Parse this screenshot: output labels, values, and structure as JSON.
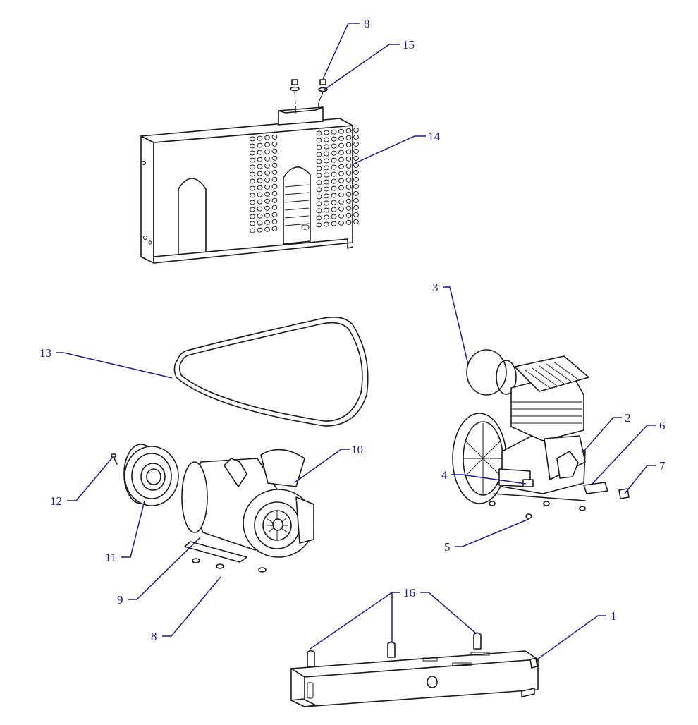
{
  "colors": {
    "callout": "#1a1a9c",
    "line": "#1a1a1a",
    "background": "#ffffff"
  },
  "callouts": {
    "c1": "1",
    "c2": "2",
    "c3": "3",
    "c4": "4",
    "c5": "5",
    "c6": "6",
    "c7": "7",
    "c8_top": "8",
    "c8_bottom": "8",
    "c9": "9",
    "c10": "10",
    "c11": "11",
    "c12": "12",
    "c13": "13",
    "c14": "14",
    "c15": "15",
    "c16": "16"
  }
}
